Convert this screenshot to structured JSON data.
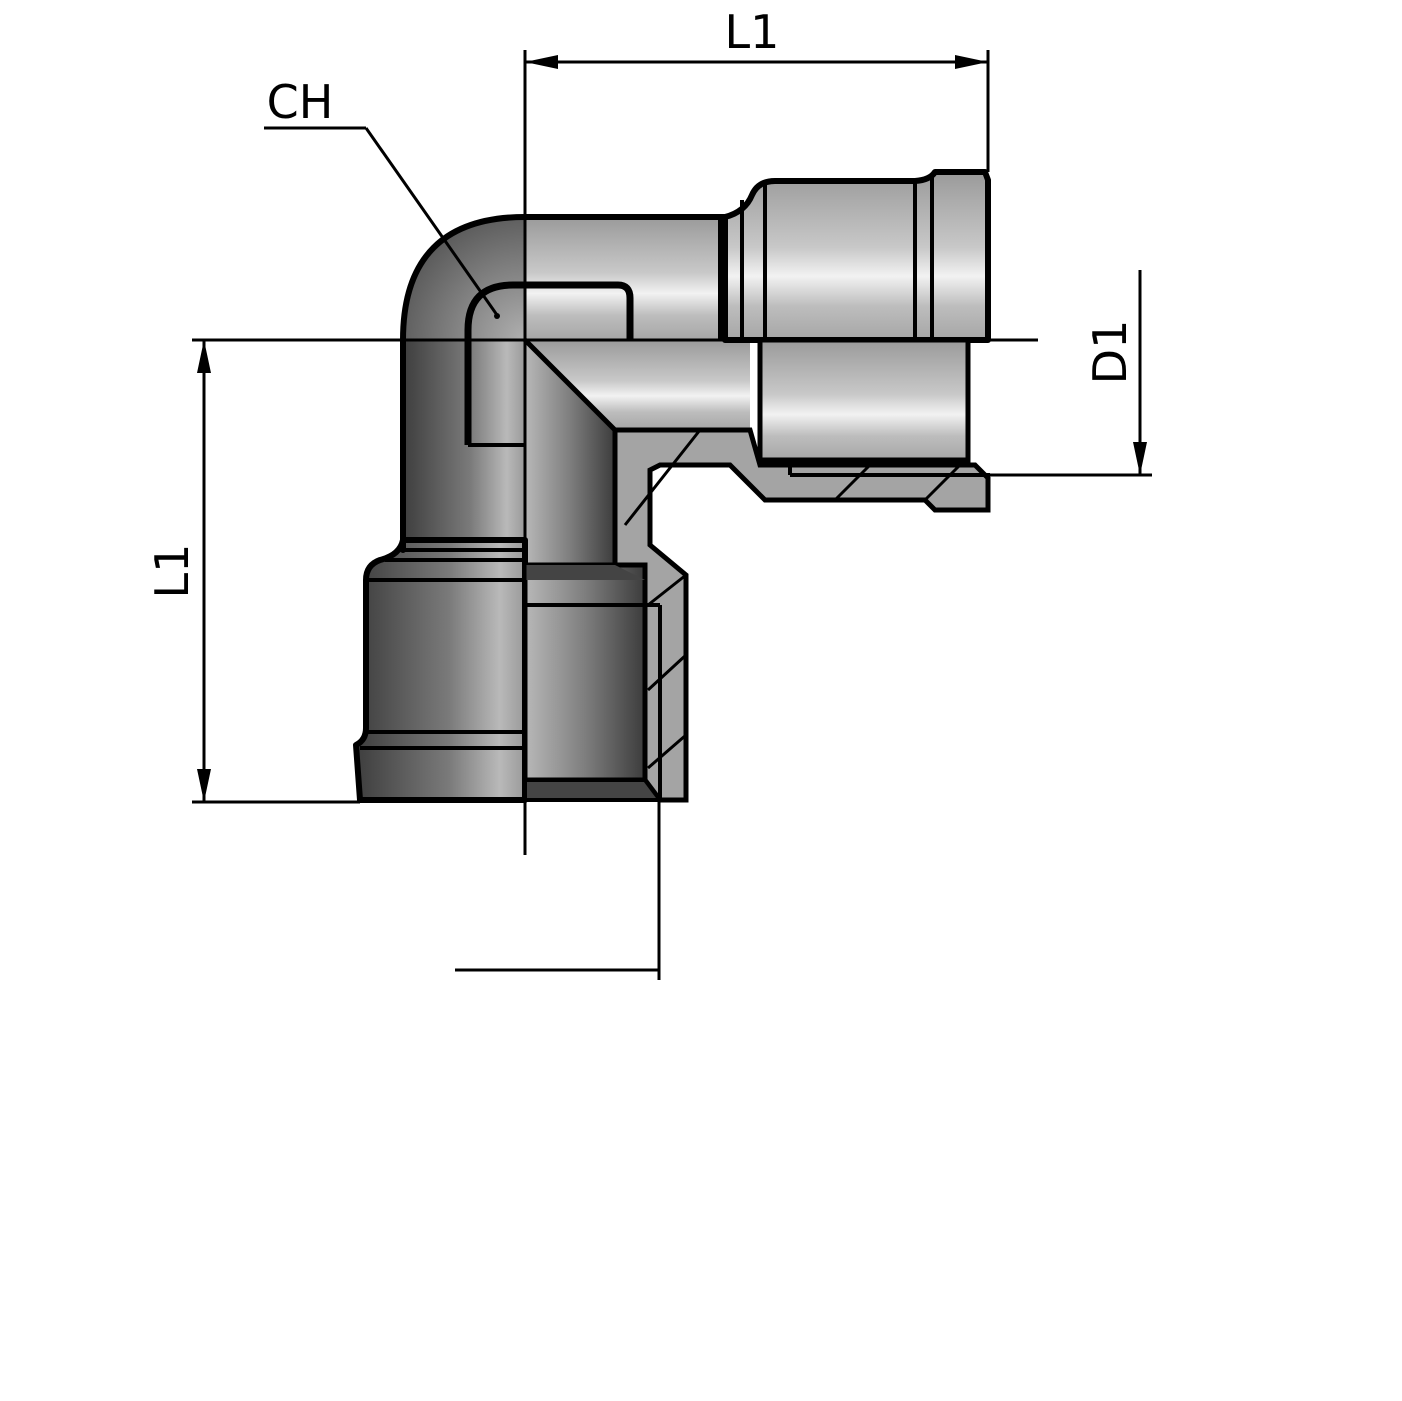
{
  "drawing": {
    "title": "90° female elbow fitting — technical drawing",
    "colors": {
      "background": "#ffffff",
      "line": "#000000",
      "metal_light": "#d8d8d8",
      "metal_mid": "#a8a8a8",
      "metal_dark": "#555555",
      "section_fill": "#a4a4a4"
    },
    "labels": {
      "top_length": "L1",
      "left_length": "L1",
      "hex": "CH",
      "thread_diameter": "D1"
    }
  }
}
